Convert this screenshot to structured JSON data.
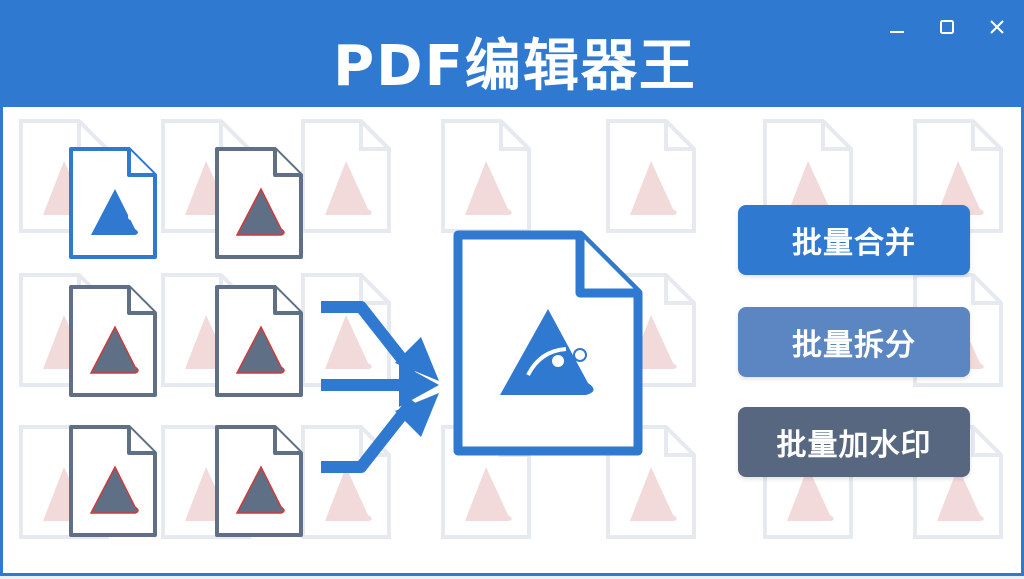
{
  "app": {
    "title": "PDF编辑器王"
  },
  "window_controls": [
    "minimize-icon",
    "maximize-icon",
    "close-icon"
  ],
  "actions": [
    {
      "label": "批量合并",
      "color": "#2f79d0"
    },
    {
      "label": "批量拆分",
      "color": "#5b86c2"
    },
    {
      "label": "批量加水印",
      "color": "#56677f"
    }
  ],
  "icons": {
    "input_files": "image-file-icon",
    "output_file": "merged-image-file-icon",
    "arrows": "arrow-right-icon"
  },
  "colors": {
    "brand_blue": "#2f79d0",
    "input_file_outline": "#5f6f86",
    "input_file_glyph": "#cf3b3b",
    "output_file_outline": "#2f79d0"
  }
}
